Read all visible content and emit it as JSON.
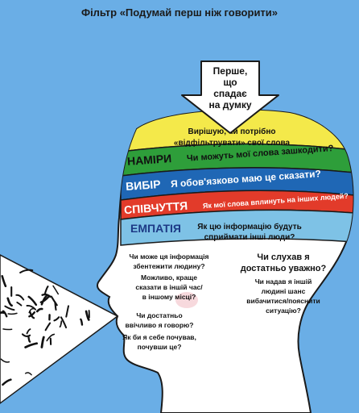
{
  "title": "Фільтр «Подумай перш ніж говорити»",
  "arrow": {
    "lines": [
      "Перше,",
      "що",
      "спадає",
      "на думку"
    ]
  },
  "filter_top": {
    "lines": [
      "Вирішую, чи потрібно",
      "«відфільтрувати» свої слова"
    ]
  },
  "bands": [
    {
      "label": "НАМІРИ",
      "question": "Чи можуть мої слова зашкодити?",
      "color": "#2e9e3a"
    },
    {
      "label": "ВИБІР",
      "question": "Я обов'язково маю це сказати?",
      "color": "#1f67b5"
    },
    {
      "label": "СПІВЧУТТЯ",
      "question": "Як мої слова вплинуть на інших людей?",
      "color": "#e23b2a"
    },
    {
      "label": "ЕМПАТІЯ",
      "question_lines": [
        "Як цю інформацію будуть",
        "сприймати інші люди?"
      ],
      "color": "#7ec2e6"
    }
  ],
  "head_texts": {
    "left_top": [
      "Чи може ця інформація",
      "збентежити людину?",
      "Можливо, краще",
      "сказати в іншій час/",
      "в іншому місці?"
    ],
    "left_bottom": [
      "Чи достатньо",
      "ввічливо я говорю?",
      "Як би я себе почував,",
      "почувши це?"
    ],
    "right_heading": [
      "Чи слухав я",
      "достатньо уважно?"
    ],
    "right_body": [
      "Чи надав я іншій",
      "людині шанс",
      "вибачитися/пояснити",
      "ситуацію?"
    ]
  },
  "colors": {
    "background": "#6aaee6",
    "top_cap": "#f4e94a",
    "head": "#ffffff",
    "outline": "#1a1a1a"
  }
}
